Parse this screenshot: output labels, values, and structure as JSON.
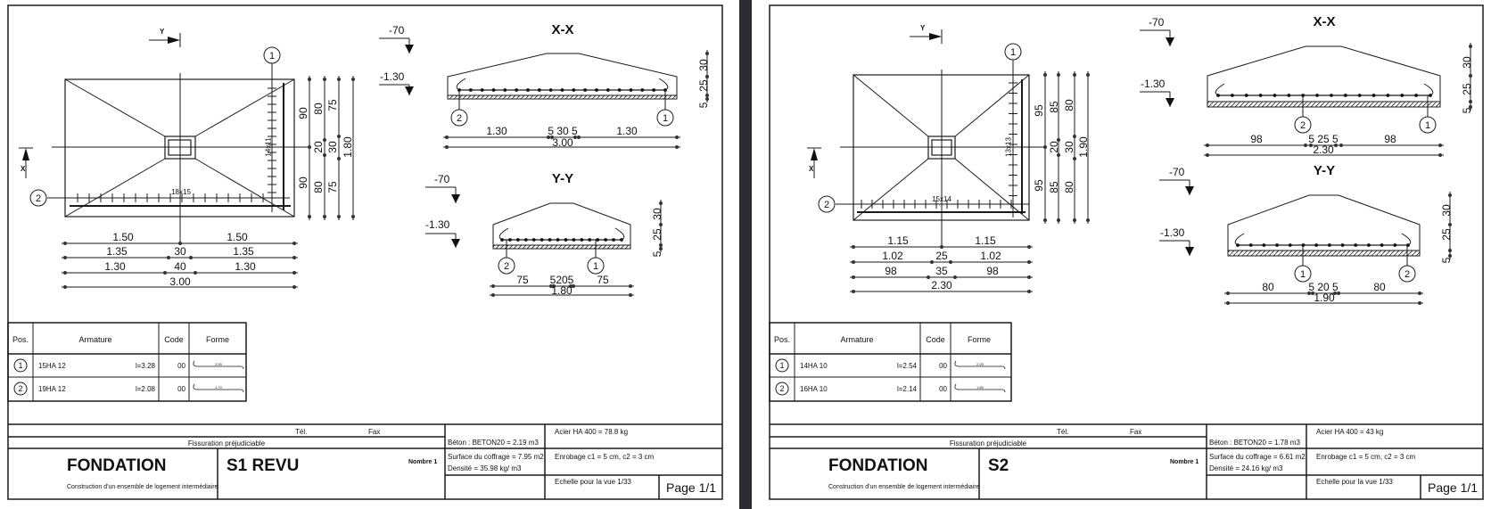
{
  "pages": [
    {
      "plan": {
        "section_y": "Y",
        "section_x": "X",
        "callout_1": "1",
        "callout_2": "2",
        "bar_1_spacing": "14x11",
        "bar_2_spacing": "18x15",
        "vertical_dims": [
          "90",
          "90",
          "80",
          "20",
          "80",
          "75",
          "30",
          "75",
          "1.80"
        ],
        "horizontal_dims": [
          "1.50",
          "1.50",
          "1.35",
          "30",
          "1.35",
          "1.30",
          "40",
          "1.30",
          "3.00"
        ]
      },
      "section_xx": {
        "title": "X-X",
        "level_top": "-70",
        "level_bottom": "-1.30",
        "callout_left": "2",
        "callout_right": "1",
        "dims": [
          "1.30",
          "5 30 5",
          "1.30"
        ],
        "total": "3.00",
        "vertical_dims": [
          "30",
          "25",
          "5"
        ]
      },
      "section_yy": {
        "title": "Y-Y",
        "level_top": "-70",
        "level_bottom": "-1.30",
        "callout_left": "2",
        "callout_right": "1",
        "dims": [
          "75",
          "5205",
          "75"
        ],
        "total": "1.80",
        "vertical_dims": [
          "30",
          "25",
          "5"
        ]
      },
      "table": {
        "headers": [
          "Pos.",
          "Armature",
          "Code",
          "Forme"
        ],
        "rows": [
          {
            "pos": "1",
            "armature": "15HA 12",
            "length": "l=3.28",
            "code": "00",
            "shape_length": "2.90"
          },
          {
            "pos": "2",
            "armature": "19HA 12",
            "length": "l=2.08",
            "code": "00",
            "shape_length": "1.70"
          }
        ]
      },
      "title_block": {
        "tel": "Tél.",
        "fax": "Fax",
        "cracking": "Fissuration préjudiciable",
        "element": "FONDATION",
        "name": "S1 REVU",
        "count": "Nombre 1",
        "project": "Construction d'un ensemble de logement intermédiaire",
        "concrete": "Béton : BETON20 = 2.19 m3",
        "formwork": "Surface du coffrage = 7.95 m2",
        "density": "Densité = 35.98 kg/ m3",
        "steel": "Acier HA 400 = 78.8 kg",
        "cover": "Enrobage  c1 = 5 cm,  c2 = 3 cm",
        "scale": "Echelle pour la vue 1/33",
        "page": "Page 1/1"
      }
    },
    {
      "plan": {
        "section_y": "Y",
        "section_x": "X",
        "callout_1": "1",
        "callout_2": "2",
        "bar_1_spacing": "13x13",
        "bar_2_spacing": "15x14",
        "vertical_dims": [
          "95",
          "95",
          "85",
          "20",
          "85",
          "80",
          "30",
          "80",
          "1.90"
        ],
        "horizontal_dims": [
          "1.15",
          "1.15",
          "1.02",
          "25",
          "1.02",
          "98",
          "35",
          "98",
          "2.30"
        ]
      },
      "section_xx": {
        "title": "X-X",
        "level_top": "-70",
        "level_bottom": "-1.30",
        "callout_left": "2",
        "callout_right": "1",
        "dims": [
          "98",
          "5 25 5",
          "98"
        ],
        "total": "2.30",
        "vertical_dims": [
          "30",
          "25",
          "5"
        ]
      },
      "section_yy": {
        "title": "Y-Y",
        "level_top": "-70",
        "level_bottom": "-1.30",
        "callout_left": "1",
        "callout_right": "2",
        "dims": [
          "80",
          "5 20 5",
          "80"
        ],
        "total": "1.90",
        "vertical_dims": [
          "30",
          "25",
          "5"
        ]
      },
      "table": {
        "headers": [
          "Pos.",
          "Armature",
          "Code",
          "Forme"
        ],
        "rows": [
          {
            "pos": "1",
            "armature": "14HA 10",
            "length": "l=2.54",
            "code": "00",
            "shape_length": "2.20"
          },
          {
            "pos": "2",
            "armature": "16HA 10",
            "length": "l=2.14",
            "code": "00",
            "shape_length": "1.80"
          }
        ]
      },
      "title_block": {
        "tel": "Tél.",
        "fax": "Fax",
        "cracking": "Fissuration préjudiciable",
        "element": "FONDATION",
        "name": "S2",
        "count": "Nombre 1",
        "project": "Construction d'un ensemble de logement intermédiaire",
        "concrete": "Béton : BETON20 = 1.78 m3",
        "formwork": "Surface du coffrage = 6.61 m2",
        "density": "Densité = 24.16 kg/ m3",
        "steel": "Acier HA 400 = 43 kg",
        "cover": "Enrobage  c1 = 5 cm,  c2 = 3 cm",
        "scale": "Echelle pour la vue 1/33",
        "page": "Page 1/1"
      }
    }
  ]
}
